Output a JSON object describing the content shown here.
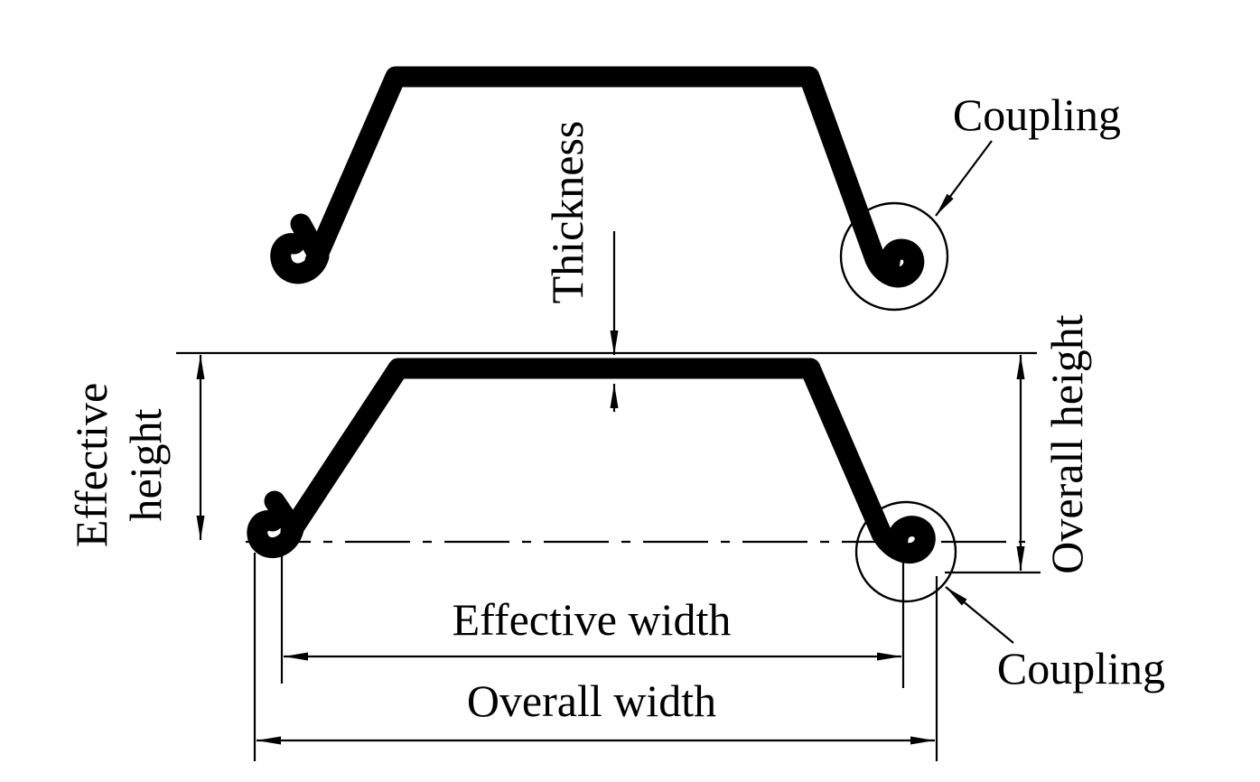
{
  "diagram": {
    "title": "Steel sheet pile cross-section dimension diagram",
    "colors": {
      "ink": "#000000",
      "background": "#ffffff"
    },
    "labels": {
      "coupling_top": "Coupling",
      "coupling_bottom": "Coupling",
      "thickness": "Thickness",
      "effective_height_line1": "Effective",
      "effective_height_line2": "height",
      "overall_height": "Overall height",
      "effective_width": "Effective width",
      "overall_width": "Overall width"
    }
  }
}
